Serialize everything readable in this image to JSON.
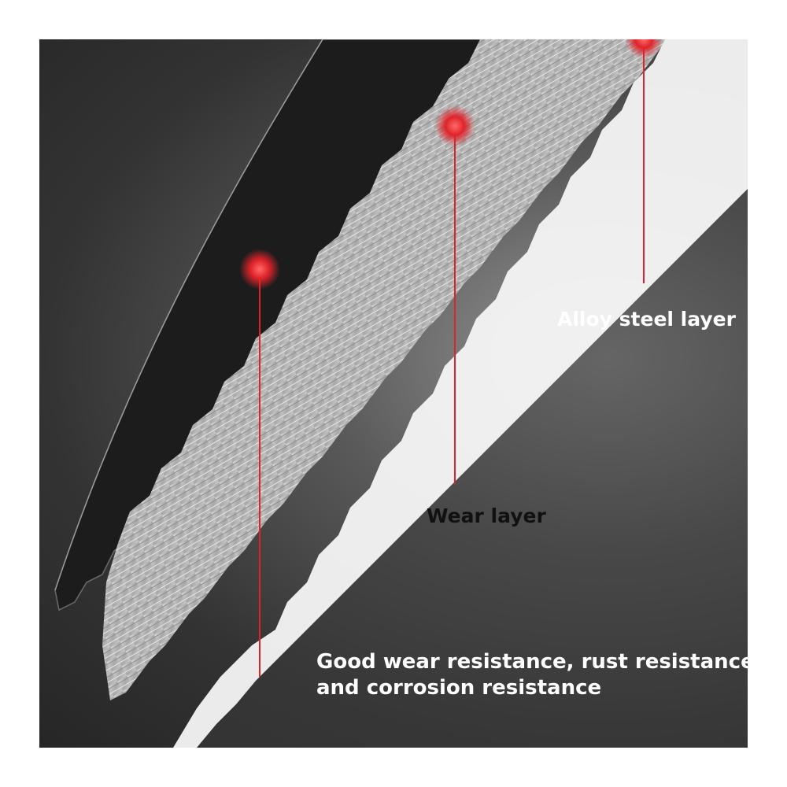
{
  "labels": {
    "alloy_steel_layer": "Alloy steel layer",
    "wear_layer": "Wear layer",
    "resistance_line1": "Good wear resistance, rust resistance",
    "resistance_line2": "and corrosion resistance"
  },
  "colors": {
    "background_dark": "#262626",
    "background_light": "#9a9a9a",
    "marker_red": "#e0232a",
    "text_white": "#ffffff",
    "text_dark": "#111111",
    "coating_black": "#1a1a1a",
    "brushed_steel": "#bdbdbd",
    "polished_steel": "#f6f6f6"
  }
}
